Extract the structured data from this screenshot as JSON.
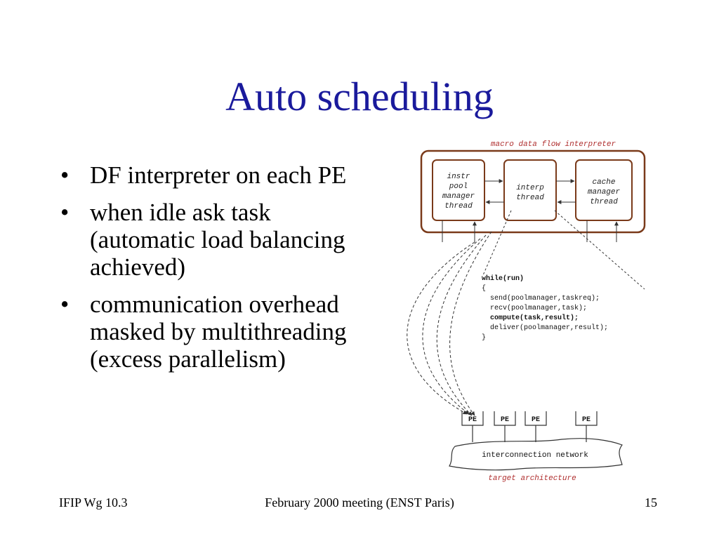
{
  "slide": {
    "title": "Auto scheduling",
    "bullets": [
      "DF interpreter on each PE",
      "when idle ask task (automatic load balancing achieved)",
      "communication overhead masked by multithreading (excess parallelism)"
    ],
    "bullet_glyph": "•"
  },
  "diagram": {
    "caption_top": "macro data flow interpreter",
    "caption_bottom": "target architecture",
    "accent_color": "#b03030",
    "box_color": "#7a3a1a",
    "threads": {
      "instr_pool": [
        "instr",
        "pool",
        "manager",
        "thread"
      ],
      "interp": [
        "interp",
        "thread"
      ],
      "cache": [
        "cache",
        "manager",
        "thread"
      ]
    },
    "code": [
      "while(run)",
      "{",
      "  send(poolmanager,taskreq);",
      "  recv(poolmanager,task);",
      "  compute(task,result);",
      "  deliver(poolmanager,result);",
      "}"
    ],
    "pe_labels": [
      "PE",
      "PE",
      "PE",
      "PE"
    ],
    "network_label": "interconnection network"
  },
  "footer": {
    "left": "IFIP Wg 10.3",
    "center": "February 2000 meeting (ENST Paris)",
    "right": "15"
  }
}
